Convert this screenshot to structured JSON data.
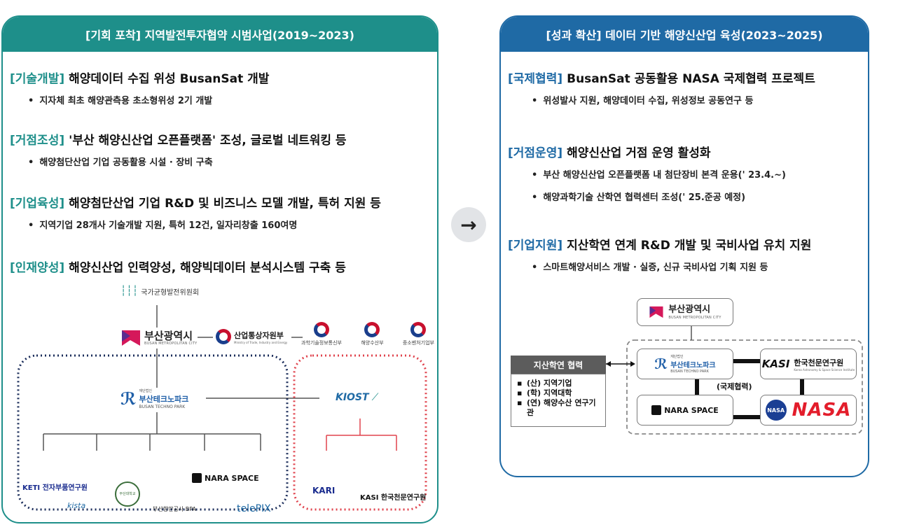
{
  "left_panel": {
    "header": "[기회 포착] 지역발전투자협약 시범사업(2019~2023)",
    "sections": [
      {
        "tag": "[기술개발]",
        "title": "해양데이터 수집 위성 BusanSat 개발",
        "bullets": [
          "지자체 최초 해양관측용 초소형위성 2기 개발"
        ]
      },
      {
        "tag": "[거점조성]",
        "title": "'부산 해양신산업 오픈플랫폼' 조성, 글로벌 네트워킹 등",
        "bullets": [
          "해양첨단산업 기업 공동활용 시설 · 장비 구축"
        ]
      },
      {
        "tag": "[기업육성]",
        "title": "해양첨단산업 기업 R&D 및 비즈니스 모델 개발, 특허 지원 등",
        "bullets": [
          "지역기업 28개사 기술개발 지원, 특허 12건, 일자리창출 160여명"
        ]
      },
      {
        "tag": "[인재양성]",
        "title": "해양신산업 인력양성, 해양빅데이터 분석시스템 구축 등",
        "bullets": []
      }
    ],
    "diagram": {
      "top_org": "국가균형발전위원회",
      "busan": {
        "ko": "부산광역시",
        "en": "BUSAN METROPOLITAN CITY"
      },
      "motie": "산업통상자원부",
      "motie_en": "Ministry of Trade, Industry and Energy",
      "ministries": [
        "과학기술정보통신부",
        "해양수산부",
        "중소벤처기업부"
      ],
      "btp": {
        "ko": "부산테크노파크",
        "en": "BUSAN TECHNO PARK",
        "prefix": "재단법인"
      },
      "kiost": "KIOST",
      "members": [
        "KETI 전자부품연구원",
        "kista",
        "부산대학교",
        "부산항만공사 BPA",
        "NARA SPACE",
        "telePIX"
      ],
      "research": [
        "KARI",
        "KASI 한국천문연구원"
      ]
    }
  },
  "right_panel": {
    "header": "[성과 확산] 데이터 기반 해양신산업 육성(2023~2025)",
    "sections": [
      {
        "tag": "[국제협력]",
        "title": "BusanSat 공동활용 NASA 국제협력 프로젝트",
        "bullets": [
          "위성발사 지원, 해양데이터 수집, 위성정보 공동연구 등"
        ]
      },
      {
        "tag": "[거점운영]",
        "title": "해양신산업 거점 운영 활성화",
        "bullets": [
          "부산 해양신산업 오픈플랫폼 내 첨단장비 본격 운용(' 23.4.~)",
          "해양과학기술 산학연 협력센터 조성(' 25.준공 예정)"
        ]
      },
      {
        "tag": "[기업지원]",
        "title": "지산학연 연계 R&D 개발 및 국비사업 유치 지원",
        "bullets": [
          "스마트해양서비스 개발 · 실증, 신규 국비사업 기획 지원 등"
        ]
      }
    ],
    "diagram": {
      "busan": {
        "ko": "부산광역시",
        "en": "BUSAN METROPOLITAN CITY"
      },
      "jisan_title": "지산학연 협력",
      "jisan_items": [
        "(산) 지역기업",
        "(학) 지역대학",
        "(연) 해양수산 연구기관"
      ],
      "btp": {
        "ko": "부산테크노파크",
        "en": "BUSAN TECHNO PARK",
        "prefix": "재단법인"
      },
      "kasi": {
        "mark": "KASI",
        "ko": "한국천문연구원",
        "en": "Korea Astronomy & Space Science Institute"
      },
      "intl_label": "(국제협력)",
      "nara": "NARA SPACE",
      "nasa": "NASA"
    }
  },
  "colors": {
    "teal": "#1e8f8a",
    "blue": "#1f6aa5",
    "red_dotted": "#e0434d",
    "navy_dotted": "#1a2c5a"
  }
}
